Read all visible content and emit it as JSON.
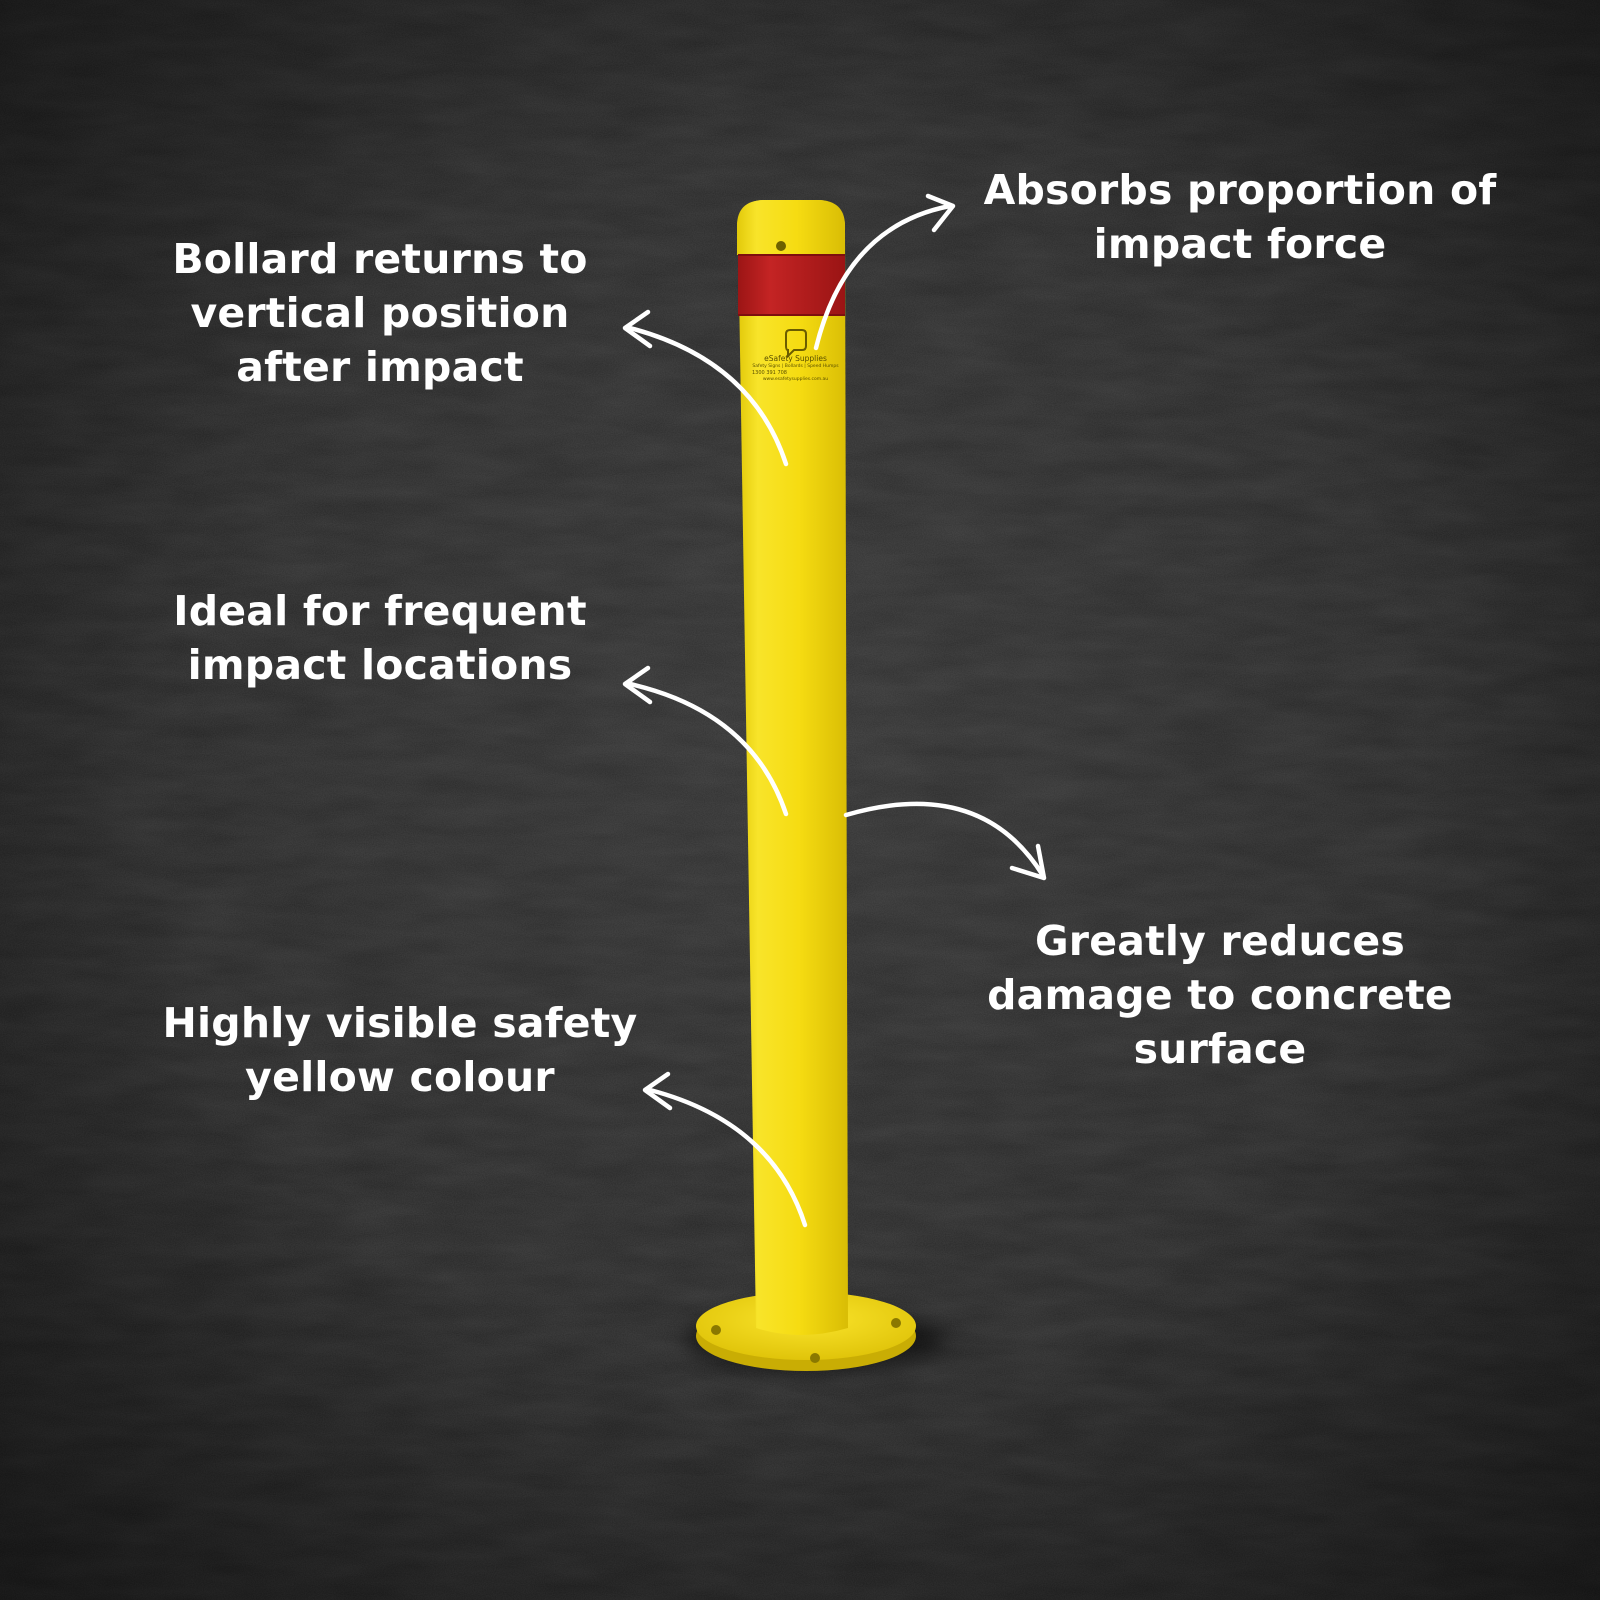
{
  "features": [
    {
      "id": "returns-vertical",
      "lines": [
        "Bollard returns to",
        "vertical position",
        "after impact"
      ]
    },
    {
      "id": "absorbs-force",
      "lines": [
        "Absorbs proportion of",
        "impact force"
      ]
    },
    {
      "id": "frequent-impact",
      "lines": [
        "Ideal for frequent",
        "impact locations"
      ]
    },
    {
      "id": "reduces-damage",
      "lines": [
        "Greatly reduces",
        "damage to concrete",
        "surface"
      ]
    },
    {
      "id": "highly-visible",
      "lines": [
        "Highly visible safety",
        "yellow colour"
      ]
    }
  ],
  "product": {
    "type": "flexible safety bollard",
    "body_color": "#f7e01a",
    "band_color": "#b81f1f",
    "label_brand": "eSafety Supplies",
    "label_details": "Safety Signs | Bollards | Speed Humps",
    "label_phone": "1300 391 708",
    "label_web": "www.esafetysupplies.com.au"
  },
  "theme": {
    "background": "#262626",
    "text_color": "#ffffff",
    "arrow_color": "#ffffff"
  }
}
